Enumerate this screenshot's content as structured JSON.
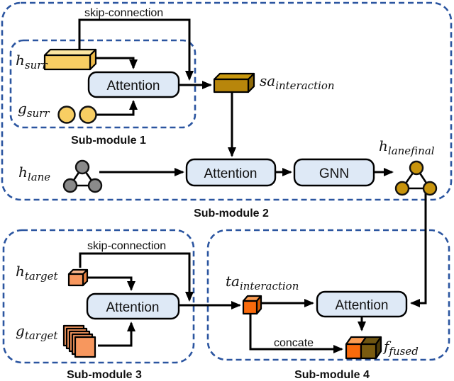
{
  "labels": {
    "skip_connection_top": "skip-connection",
    "skip_connection_bottom": "skip-connection",
    "concate": "concate",
    "submodule1": "Sub-module 1",
    "submodule2": "Sub-module 2",
    "submodule3": "Sub-module 3",
    "submodule4": "Sub-module 4"
  },
  "blocks": {
    "attention": "Attention",
    "gnn": "GNN"
  },
  "math": {
    "h_surr": {
      "main": "h",
      "sub": "surr"
    },
    "g_surr": {
      "main": "g",
      "sub": "surr"
    },
    "sa_interaction": {
      "main": "sa",
      "sub": "interaction"
    },
    "h_lane": {
      "main": "h",
      "sub": "lane"
    },
    "h_lanefinal": {
      "main": "h",
      "sub": "lanefinal"
    },
    "h_target": {
      "main": "h",
      "sub": "target"
    },
    "g_target": {
      "main": "g",
      "sub": "target"
    },
    "ta_interaction": {
      "main": "ta",
      "sub": "interaction"
    },
    "f_fused": {
      "main": "f",
      "sub": "fused"
    }
  },
  "colors": {
    "dash_blue": "#2B55A0",
    "block_fill": "#DEE9F6",
    "yellow": "#F8CE63",
    "yellow_top": "#FCE6A2",
    "yellow_side": "#EDBA4A",
    "gold": "#B8860B",
    "gold_top": "#C9980E",
    "gold_side": "#8F6A08",
    "gray_node": "#8A8A8A",
    "gold_node": "#C8940D",
    "salmon": "#F7975E",
    "salmon_top": "#FAB88D",
    "salmon_side": "#E8813F",
    "orange": "#F96A0C",
    "orange_top": "#FB9C52",
    "orange_side": "#D95D06",
    "olive": "#7A5B10",
    "olive_top": "#6E5512",
    "olive_side": "#4E3D0C"
  }
}
